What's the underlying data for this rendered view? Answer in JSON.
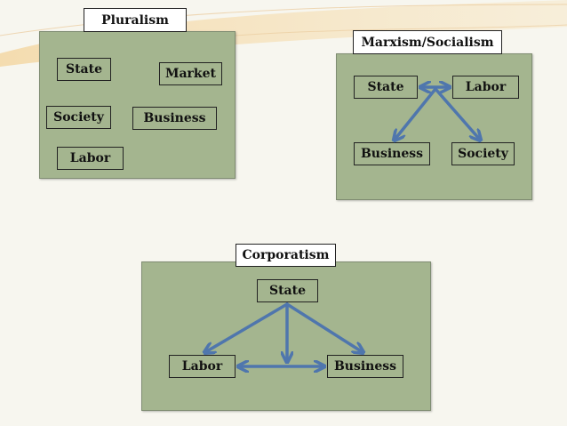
{
  "colors": {
    "panel": "#a4b58f",
    "arrow": "#4f76ad",
    "background": "#f7f6ef"
  },
  "pluralism": {
    "title": "Pluralism",
    "state": "State",
    "market": "Market",
    "society": "Society",
    "business": "Business",
    "labor": "Labor"
  },
  "marxism": {
    "title": "Marxism/Socialism",
    "state": "State",
    "labor": "Labor",
    "business": "Business",
    "society": "Society"
  },
  "corporatism": {
    "title": "Corporatism",
    "state": "State",
    "labor": "Labor",
    "business": "Business"
  }
}
